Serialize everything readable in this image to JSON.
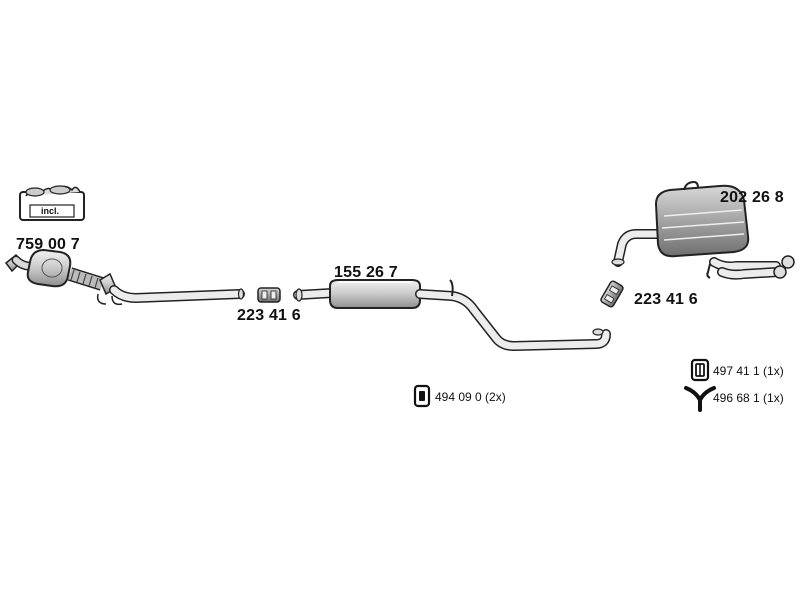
{
  "parts": {
    "catalyst": {
      "number": "759 00 7"
    },
    "kit_badge": {
      "text": "incl."
    },
    "clamp_left": {
      "number": "223 41 6"
    },
    "middle_silencer": {
      "number": "155 26 7"
    },
    "clamp_right": {
      "number": "223 41 6"
    },
    "rear_silencer": {
      "number": "202 26 8"
    }
  },
  "accessories": {
    "rubber_mount_a": {
      "label": "494 09 0 (2x)",
      "icon": "rubber-mount-icon"
    },
    "rubber_mount_b": {
      "label": "497 41 1 (1x)",
      "icon": "rubber-mount-icon"
    },
    "hanger": {
      "label": "496 68 1 (1x)",
      "icon": "y-hanger-icon"
    }
  },
  "colors": {
    "line": "#222222",
    "fill_light": "#e6e6e6",
    "fill_mid": "#bdbdbd",
    "fill_dark": "#8c8c8c"
  }
}
